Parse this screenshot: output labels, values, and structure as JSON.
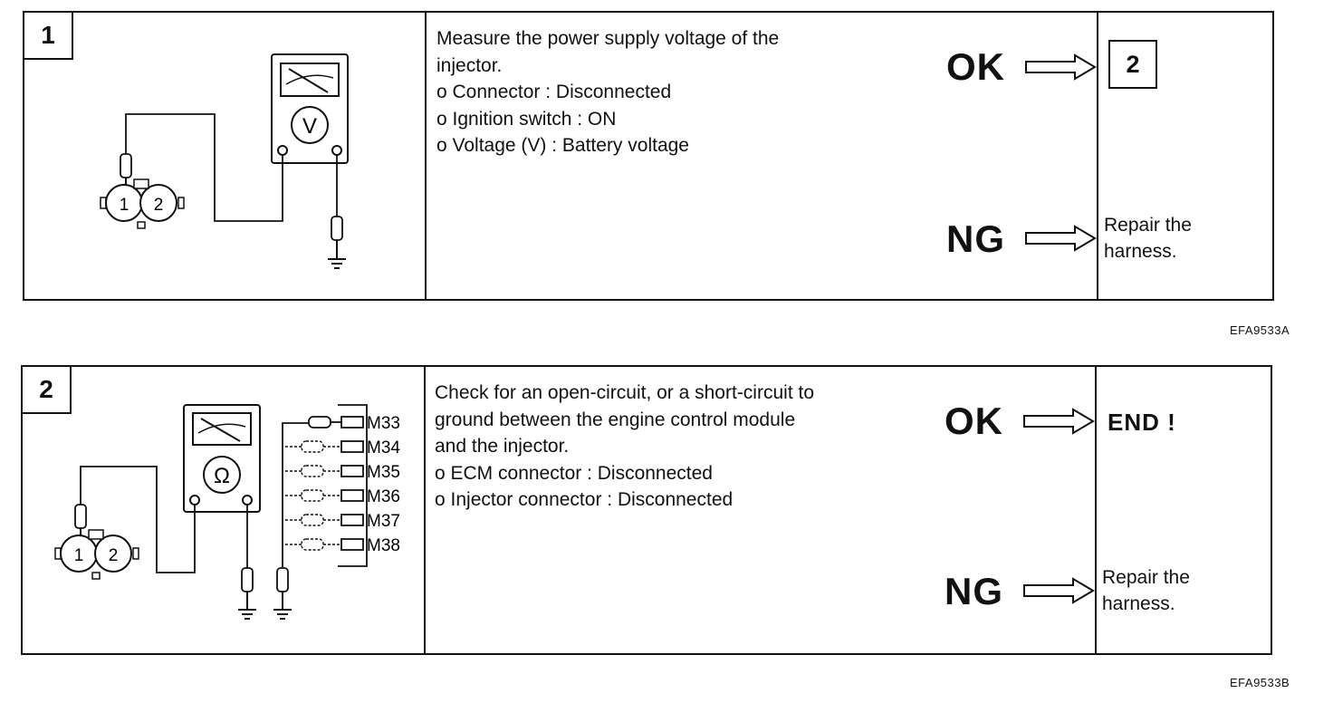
{
  "steps": [
    {
      "number": "1",
      "instruction": "Measure the power supply voltage of the\ninjector.\no Connector : Disconnected\no Ignition switch : ON\no Voltage (V) : Battery voltage",
      "meter_symbol": "V",
      "connector_pins": [
        "1",
        "2"
      ],
      "ok_label": "OK",
      "ng_label": "NG",
      "ok_next": "2",
      "ng_action": "Repair the harness.",
      "figure_code": "EFA9533A"
    },
    {
      "number": "2",
      "instruction": "Check for an open-circuit, or a short-circuit to\nground between the engine control module\nand the injector.\no ECM connector : Disconnected\no Injector connector : Disconnected",
      "meter_symbol": "Ω",
      "connector_pins": [
        "1",
        "2"
      ],
      "ecm_terminals": [
        "M33",
        "M34",
        "M35",
        "M36",
        "M37",
        "M38"
      ],
      "ok_label": "OK",
      "ng_label": "NG",
      "ok_next": "END !",
      "ng_action": "Repair the harness.",
      "figure_code": "EFA9533B"
    }
  ],
  "icons": [
    "multimeter-icon",
    "injector-connector-icon",
    "test-probe-icon",
    "ground-symbol-icon",
    "ecm-connector-icon",
    "right-arrow-icon"
  ]
}
